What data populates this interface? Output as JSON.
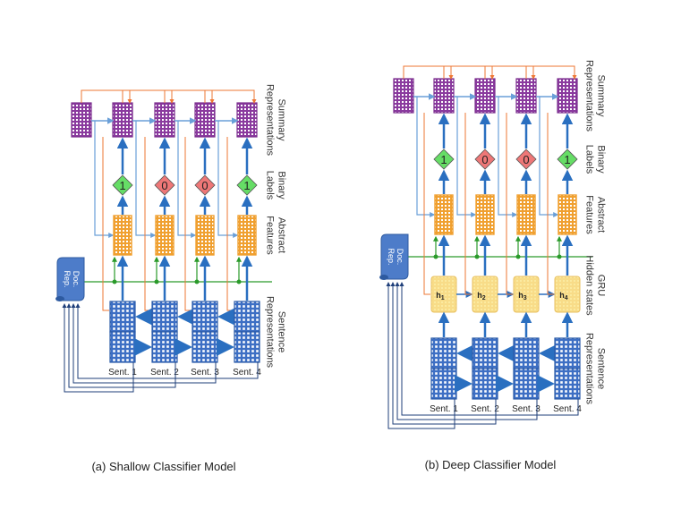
{
  "panels": [
    {
      "caption": "(a) Shallow Classifier Model",
      "doc_label": [
        "Doc.",
        "Rep."
      ],
      "sentences": [
        "Sent. 1",
        "Sent. 2",
        "Sent. 3",
        "Sent. 4"
      ],
      "binary_labels": [
        "1",
        "0",
        "0",
        "1"
      ],
      "side_labels": {
        "summary": [
          "Summary",
          "Representations"
        ],
        "binary": [
          "Binary",
          "Labels"
        ],
        "abstract": [
          "Abstract",
          "Features"
        ],
        "sentence": [
          "Sentence",
          "Representations"
        ]
      }
    },
    {
      "caption": "(b) Deep Classifier Model",
      "doc_label": [
        "Doc.",
        "Rep."
      ],
      "sentences": [
        "Sent. 1",
        "Sent. 2",
        "Sent. 3",
        "Sent. 4"
      ],
      "binary_labels": [
        "1",
        "0",
        "0",
        "1"
      ],
      "hidden_states": [
        "h1",
        "h2",
        "h3",
        "h4"
      ],
      "side_labels": {
        "summary": [
          "Summary",
          "Representations"
        ],
        "binary": [
          "Binary",
          "Labels"
        ],
        "abstract": [
          "Abstract",
          "Features"
        ],
        "gru": [
          "GRU",
          "Hidden states"
        ],
        "sentence": [
          "Sentence",
          "Representations"
        ]
      }
    }
  ],
  "colors": {
    "label_one": "#66dd66",
    "label_zero": "#ee7777",
    "summary": "#7b2d8e",
    "abstract": "#f0a030",
    "sentence": "#3d6fc4",
    "gru": "#f6d67a",
    "doc": "#4d7cc9",
    "green_line": "#2a9a2a",
    "orange_line": "#ee7733",
    "blue_arrow": "#2a6fc0"
  }
}
